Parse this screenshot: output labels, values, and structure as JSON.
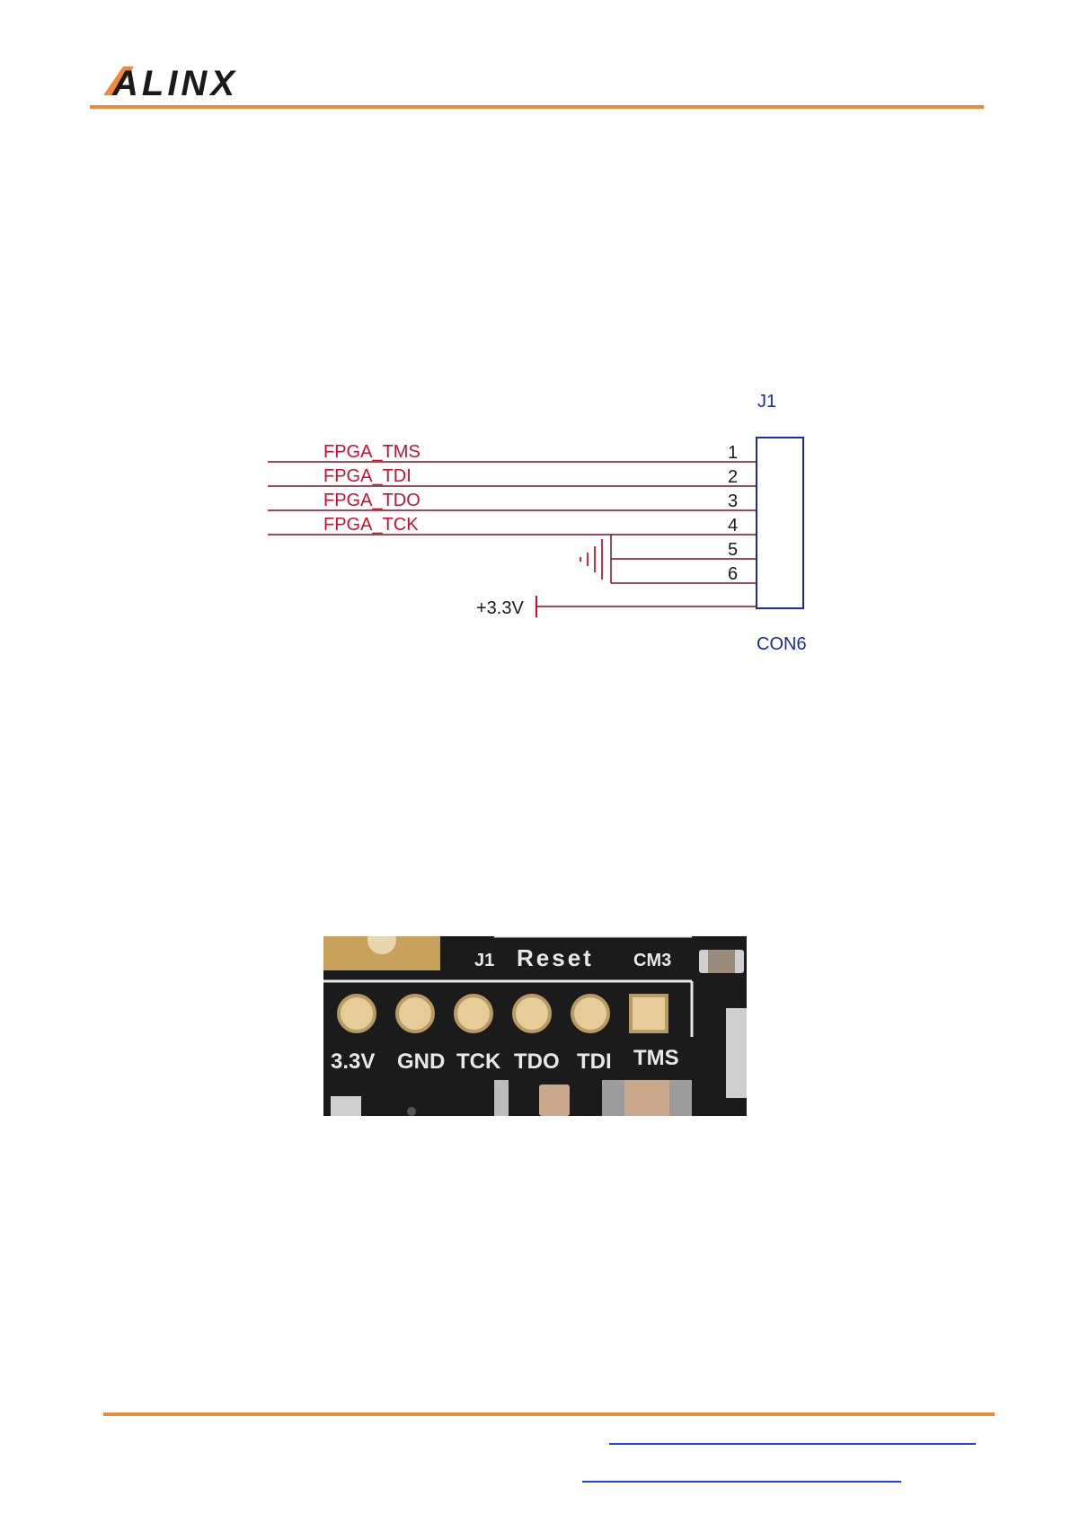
{
  "header": {
    "logo_text": "ALINX",
    "accent_color": "#ef8a3c"
  },
  "schematic": {
    "connector_ref": "J1",
    "connector_type": "CON6",
    "signals": [
      "FPGA_TMS",
      "FPGA_TDI",
      "FPGA_TDO",
      "FPGA_TCK"
    ],
    "pins": [
      "1",
      "2",
      "3",
      "4",
      "5",
      "6"
    ],
    "power_label": "+3.3V",
    "net_color": "#c8102e",
    "wire_color": "#7a1020",
    "connector_color": "#1c2a9c"
  },
  "photo": {
    "silkscreen_top": [
      "J1",
      "Reset",
      "CM3"
    ],
    "pin_labels": [
      "3.3V",
      "GND",
      "TCK",
      "TDO",
      "TDI",
      "TMS"
    ]
  },
  "footer": {
    "link_color": "#1f3fe0"
  }
}
